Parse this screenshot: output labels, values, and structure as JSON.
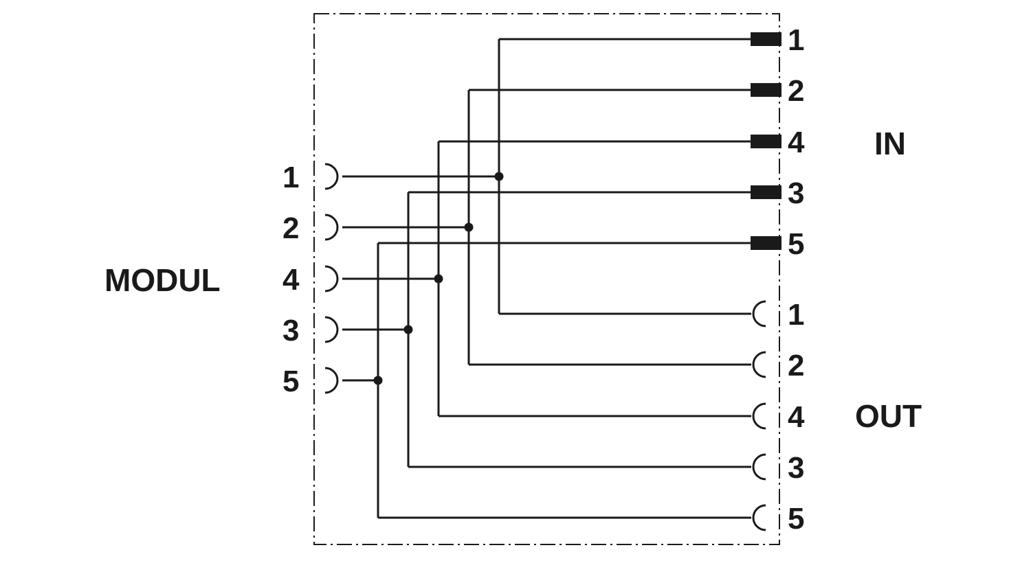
{
  "labels": {
    "modul": "MODUL",
    "in": "IN",
    "out": "OUT"
  },
  "modul_pins": [
    "1",
    "2",
    "4",
    "3",
    "5"
  ],
  "in_pins": [
    "1",
    "2",
    "4",
    "3",
    "5"
  ],
  "out_pins": [
    "1",
    "2",
    "4",
    "3",
    "5"
  ],
  "colors": {
    "line": "#1a1a1a",
    "background": "#ffffff"
  }
}
